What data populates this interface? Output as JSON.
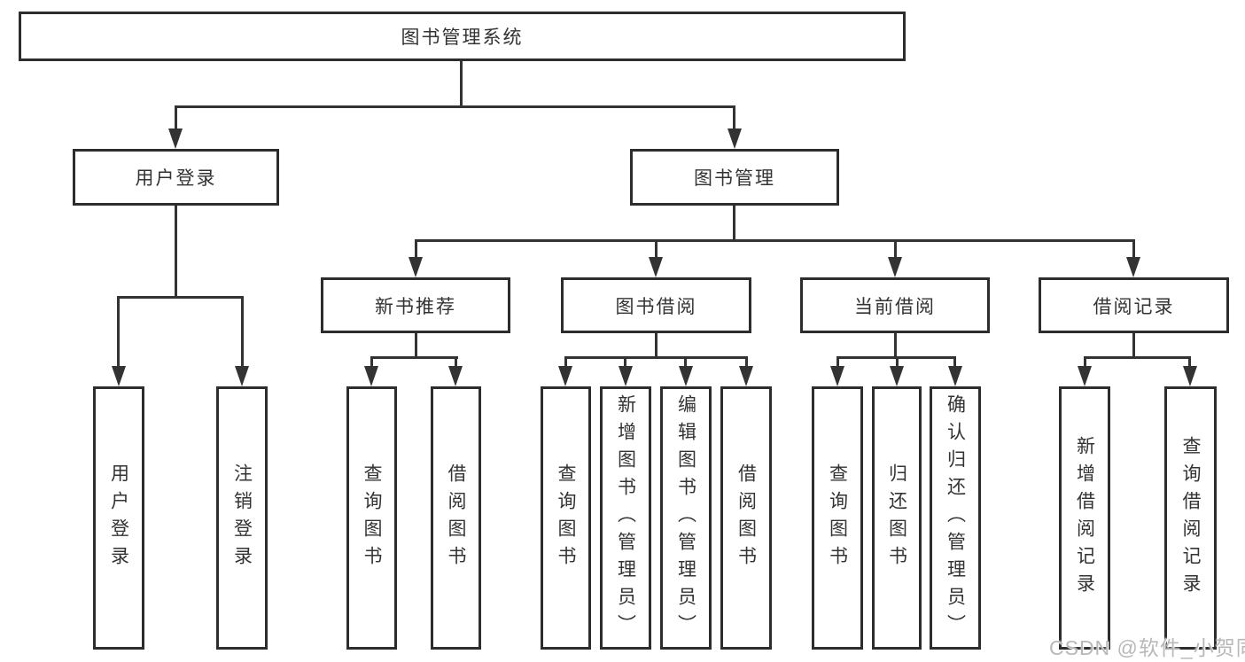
{
  "diagram": {
    "root": {
      "label": "图书管理系统"
    },
    "branches": [
      {
        "label": "用户登录",
        "children": [
          {
            "label": "用户登录"
          },
          {
            "label": "注销登录"
          }
        ]
      },
      {
        "label": "图书管理",
        "children": [
          {
            "label": "新书推荐",
            "children": [
              {
                "label": "查询图书"
              },
              {
                "label": "借阅图书"
              }
            ]
          },
          {
            "label": "图书借阅",
            "children": [
              {
                "label": "查询图书"
              },
              {
                "label": "新增图书（管理员）"
              },
              {
                "label": "编辑图书（管理员）"
              },
              {
                "label": "借阅图书"
              }
            ]
          },
          {
            "label": "当前借阅",
            "children": [
              {
                "label": "查询图书"
              },
              {
                "label": "归还图书"
              },
              {
                "label": "确认归还（管理员）"
              }
            ]
          },
          {
            "label": "借阅记录",
            "children": [
              {
                "label": "新增借阅记录"
              },
              {
                "label": "查询借阅记录"
              }
            ]
          }
        ]
      }
    ]
  },
  "watermark": "CSDN @软件_小贺同学",
  "colors": {
    "line": "#333333",
    "text": "#333333",
    "watermark": "#b8b8b8",
    "background": "#ffffff"
  }
}
